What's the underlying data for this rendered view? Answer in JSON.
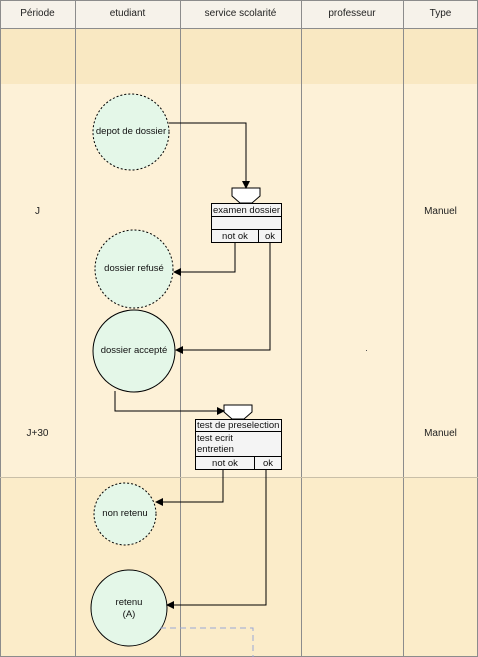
{
  "columns": [
    {
      "key": "periode",
      "label": "Période"
    },
    {
      "key": "etudiant",
      "label": "etudiant"
    },
    {
      "key": "service",
      "label": "service scolarité"
    },
    {
      "key": "professeur",
      "label": "professeur"
    },
    {
      "key": "type",
      "label": "Type"
    }
  ],
  "periods": [
    {
      "label": "J",
      "type": "Manuel"
    },
    {
      "label": "J+30",
      "type": "Manuel"
    }
  ],
  "states": {
    "depot": "depot de dossier",
    "refuse": "dossier refusé",
    "accepte": "dossier accepté",
    "non_retenu": "non retenu",
    "retenu_line1": "retenu",
    "retenu_line2": "(A)"
  },
  "operations": {
    "examen": {
      "title": "examen dossier",
      "outputs": [
        "not ok",
        "ok"
      ]
    },
    "test": {
      "title": "test de preselection",
      "tasks": [
        "test ecrit",
        "entretien"
      ],
      "outputs": [
        "not ok",
        "ok"
      ]
    }
  },
  "colors": {
    "lane_fill": "#fdf1d7",
    "band_fill": "#f9e8c2",
    "header_fill": "#f6f2ea",
    "state_fill": "#e4f7e8",
    "box_fill": "#f4f4f4",
    "line": "#000000",
    "dash_line": "#9aa7d8"
  }
}
